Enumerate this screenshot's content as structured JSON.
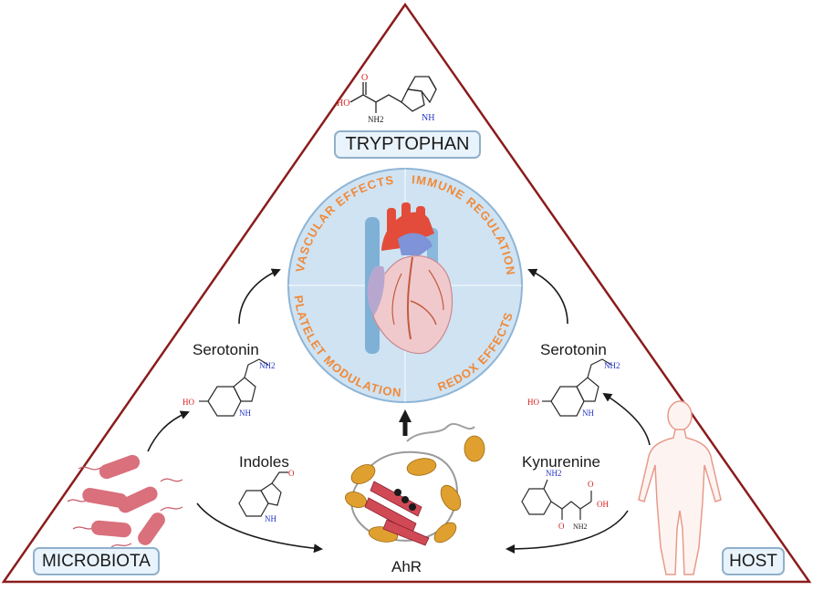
{
  "center": {
    "effects": [
      "VASCULAR EFFECTS",
      "IMMUNE REGULATION",
      "REDOX EFFECTS",
      "PLATELET MODULATION"
    ]
  },
  "vertices": {
    "top": "TRYPTOPHAN",
    "left": "MICROBIOTA",
    "right": "HOST"
  },
  "metabolites": {
    "serotonin_left": "Serotonin",
    "serotonin_right": "Serotonin",
    "indoles": "Indoles",
    "kynurenine": "Kynurenine",
    "ahr": "AhR"
  },
  "atoms": {
    "ho": "HO",
    "o": "O",
    "nh2": "NH2",
    "nh": "NH",
    "oh": "OH"
  },
  "colors": {
    "triangle": "#8b1c1c",
    "circle_fill": "#cfe3f3",
    "circle_stroke": "#8fb5d6",
    "effect_text": "#f08a3a",
    "label_box_fill": "#e9f3fb",
    "label_box_stroke": "#8fb0cc",
    "bacteria": "#d9707c",
    "human_outline": "#e89a8a",
    "protein_helix": "#e0a030",
    "protein_sheet": "#d04a55"
  },
  "icons": [
    "heart-icon",
    "bacteria-icon",
    "human-silhouette-icon",
    "ahr-protein-icon"
  ]
}
